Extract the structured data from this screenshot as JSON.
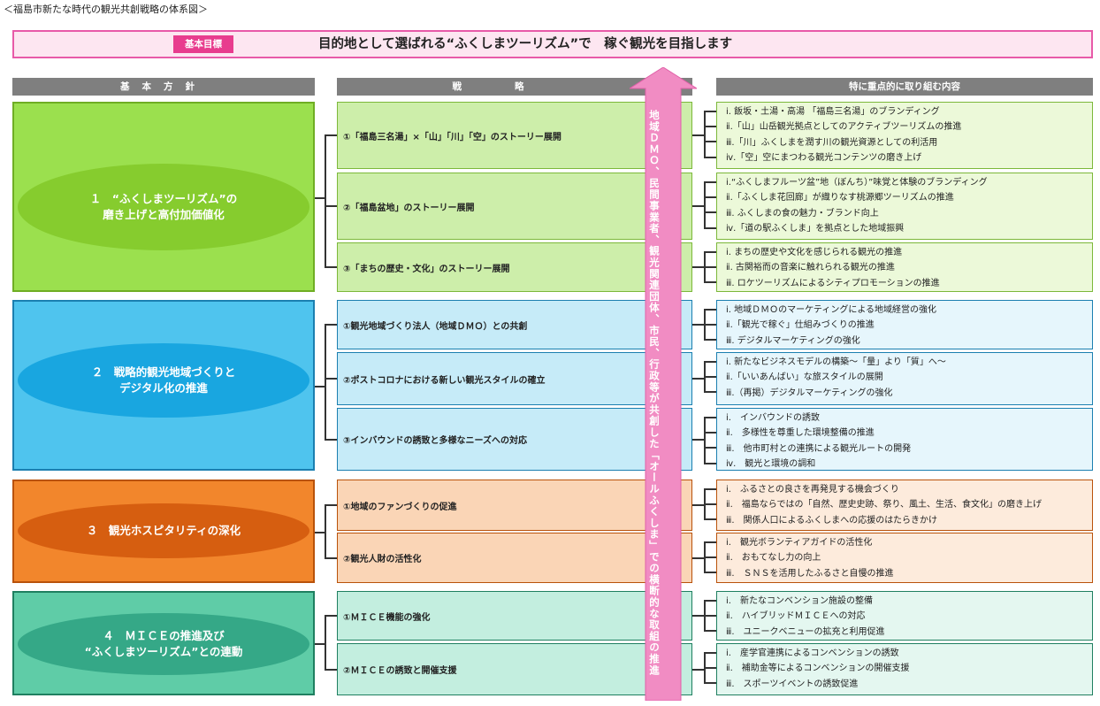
{
  "caption": "＜福島市新たな時代の観光共創戦略の体系図＞",
  "goal": {
    "badge": "基本目標",
    "text": "目的地として選ばれる“ふくしまツーリズム”で　稼ぐ観光を目指します"
  },
  "headers": {
    "policy": "基本方針",
    "strategy": "戦略",
    "focus": "特に重点的に取り組む内容"
  },
  "arrow_text": "地域ＤＭＯ、民間事業者、観光関連団体、市民、行政等が共創した「オールふくしま」での横断的な取組の推進",
  "colors": {
    "pink": "#f18cc3",
    "green": "#8fd13f",
    "blue": "#1ea6dd",
    "orange": "#e86d14",
    "teal": "#34a987"
  },
  "policies": [
    {
      "lines": [
        "１　“ふくしまツーリズム”の",
        "磨き上げと高付加価値化"
      ],
      "strategies": [
        {
          "label": "①「福島三名湯」×「山」「川」「空」のストーリー展開",
          "items": [
            "ⅰ. 飯坂・土湯・高湯 「福島三名湯」のブランディング",
            "ⅱ.「山」山岳観光拠点としてのアクティブツーリズムの推進",
            "ⅲ.「川」ふくしまを潤す川の観光資源としての利活用",
            "ⅳ.「空」空にまつわる観光コンテンツの磨き上げ"
          ]
        },
        {
          "label": "②「福島盆地」のストーリー展開",
          "items": [
            "ⅰ.“ふくしまフルーツ盆”地（ぼんち）”味覚と体験のブランディング",
            "ⅱ.「ふくしま花回廊」が織りなす桃源郷ツーリズムの推進",
            "ⅲ. ふくしまの食の魅力・ブランド向上",
            "ⅳ.「道の駅ふくしま」を拠点とした地域振興"
          ]
        },
        {
          "label": "③「まちの歴史・文化」のストーリー展開",
          "items": [
            "ⅰ. まちの歴史や文化を感じられる観光の推進",
            "ⅱ. 古関裕而の音楽に触れられる観光の推進",
            "ⅲ. ロケツーリズムによるシティプロモーションの推進"
          ]
        }
      ]
    },
    {
      "lines": [
        "２　戦略的観光地域づくりと",
        "デジタル化の推進"
      ],
      "strategies": [
        {
          "label": "①観光地域づくり法人（地域ＤＭＯ）との共創",
          "items": [
            "ⅰ. 地域ＤＭＯのマーケティングによる地域経営の強化",
            "ⅱ.「観光で稼ぐ」仕組みづくりの推進",
            "ⅲ. デジタルマーケティングの強化"
          ]
        },
        {
          "label": "②ポストコロナにおける新しい観光スタイルの確立",
          "items": [
            "ⅰ. 新たなビジネスモデルの構築～「量」より「質」へ～",
            "ⅱ.「いいあんばい」な旅スタイルの展開",
            "ⅲ.（再掲）デジタルマーケティングの強化"
          ]
        },
        {
          "label": "③インバウンドの誘致と多様なニーズへの対応",
          "items": [
            "ⅰ.　インバウンドの誘致",
            "ⅱ.　多様性を尊重した環境整備の推進",
            "ⅲ.　他市町村との連携による観光ルートの開発",
            "ⅳ.　観光と環境の調和"
          ]
        }
      ]
    },
    {
      "lines": [
        "３　観光ホスピタリティの深化"
      ],
      "strategies": [
        {
          "label": "①地域のファンづくりの促進",
          "items": [
            "ⅰ.　ふるさとの良さを再発見する機会づくり",
            "ⅱ.　福島ならではの「自然、歴史史跡、祭り、風土、生活、食文化」の磨き上げ",
            "ⅲ.　関係人口によるふくしまへの応援のはたらきかけ"
          ]
        },
        {
          "label": "②観光人財の活性化",
          "items": [
            "ⅰ.　観光ボランティアガイドの活性化",
            "ⅱ.　おもてなし力の向上",
            "ⅲ.　ＳＮＳを活用したふるさと自慢の推進"
          ]
        }
      ]
    },
    {
      "lines": [
        "４　ＭＩＣＥの推進及び",
        "“ふくしまツーリズム”との連動"
      ],
      "strategies": [
        {
          "label": "①ＭＩＣＥ機能の強化",
          "items": [
            "ⅰ.　新たなコンベンション施設の整備",
            "ⅱ.　ハイブリッドＭＩＣＥへの対応",
            "ⅲ.　ユニークベニューの拡充と利用促進"
          ]
        },
        {
          "label": "②ＭＩＣＥの誘致と開催支援",
          "items": [
            "ⅰ.　産学官連携によるコンベンションの誘致",
            "ⅱ.　補助金等によるコンベンションの開催支援",
            "ⅲ.　スポーツイベントの誘致促進"
          ]
        }
      ]
    }
  ]
}
